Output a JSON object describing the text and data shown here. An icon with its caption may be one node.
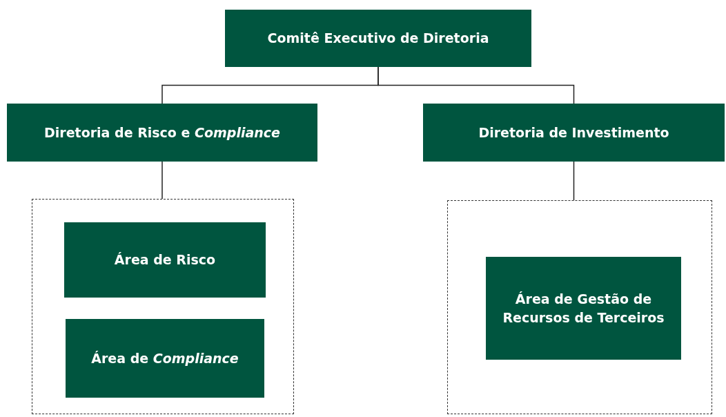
{
  "diagram": {
    "nodes": [
      {
        "text": [
          "Comitê Executivo de Diretoria"
        ]
      },
      {
        "text": [
          "Diretoria de Risco e *Compliance*"
        ]
      },
      {
        "text": [
          "Diretoria de Investimento"
        ]
      },
      {
        "text": [],
        "shape": "box"
      },
      {
        "text": [
          "Área de Risco"
        ],
        "in": 3
      },
      {
        "text": [
          "Área de *Compliance*"
        ],
        "in": 3
      },
      {
        "text": [],
        "shape": "box"
      },
      {
        "text": [
          "Área de Gestão de Recursos de Terceiros"
        ],
        "in": 6
      }
    ],
    "edges": [
      {
        "from": 0,
        "to": 1,
        "arrow": "none"
      },
      {
        "from": 0,
        "to": 2,
        "arrow": "none"
      },
      {
        "from": 1,
        "to": 3,
        "arrow": "none"
      },
      {
        "from": 2,
        "to": 6,
        "arrow": "none"
      }
    ]
  }
}
